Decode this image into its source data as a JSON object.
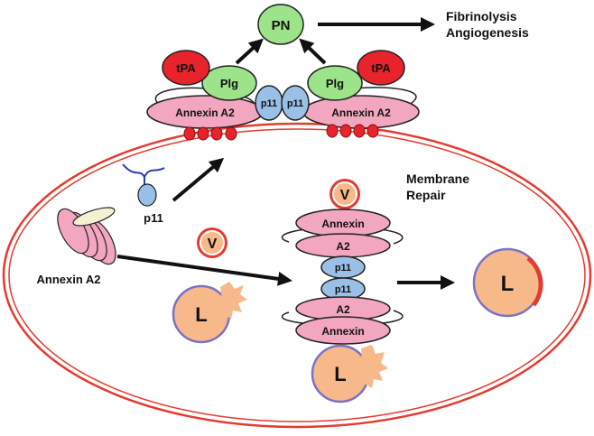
{
  "outcome": {
    "pn": "PN",
    "line1": "Fibrinolysis",
    "line2": "Angiogenesis"
  },
  "surface_complex": {
    "tpa_left": "tPA",
    "tpa_right": "tPA",
    "plg_left": "Plg",
    "plg_right": "Plg",
    "p11_left": "p11",
    "p11_right": "p11",
    "annexin_left": "Annexin A2",
    "annexin_right": "Annexin A2"
  },
  "cell": {
    "repair_line1": "Membrane",
    "repair_line2": "Repair",
    "p11_free": "p11",
    "annexin_free": "Annexin A2",
    "vesicle_top": "V",
    "vesicle_left": "V",
    "lysosome_left": "L",
    "lysosome_bottom": "L",
    "lysosome_right": "L"
  },
  "repair_stack": {
    "annexin_top": "Annexin",
    "a2_top": "A2",
    "p11_top": "p11",
    "p11_bottom": "p11",
    "a2_bottom": "A2",
    "annexin_bottom": "Annexin"
  },
  "colors": {
    "membrane": "#e33b2f",
    "annexin": "#f2a6bf",
    "plg": "#9de38a",
    "tpa": "#e8232c",
    "p11": "#9ac0e8",
    "lysosome": "#f8b98a",
    "lysosome_rim": "#7a72c8"
  }
}
